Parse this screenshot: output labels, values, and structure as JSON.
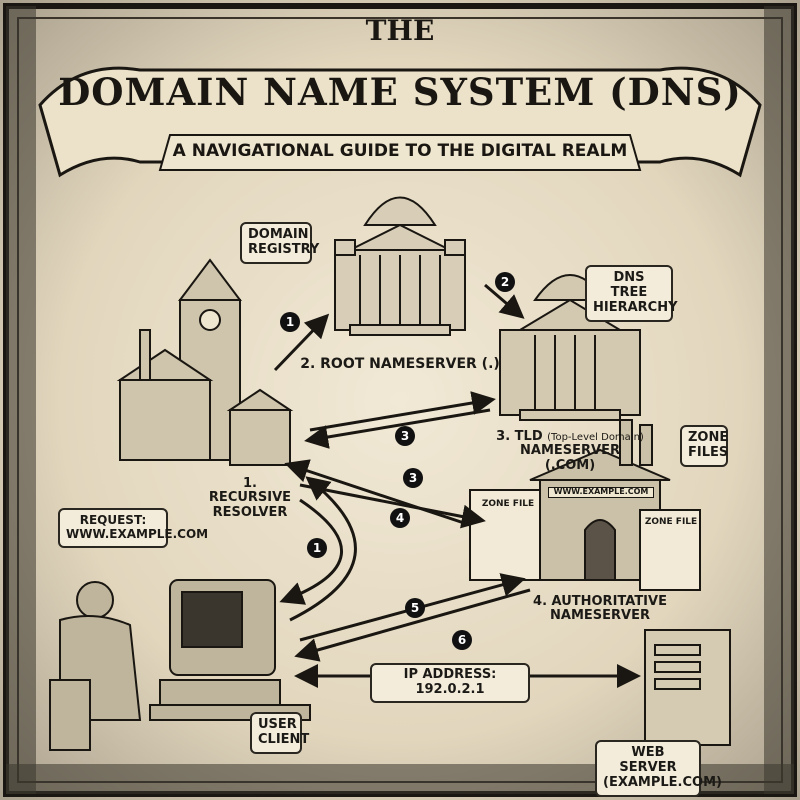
{
  "title": {
    "pre": "THE",
    "main": "DOMAIN NAME SYSTEM (DNS)",
    "subtitle": "A NAVIGATIONAL GUIDE TO THE DIGITAL REALM"
  },
  "callouts": {
    "domain_registry": "DOMAIN REGISTRY",
    "dns_tree": "DNS TREE HIERARCHY",
    "zone_files": "ZONE FILES",
    "request": "REQUEST: WWW.EXAMPLE.COM",
    "user_client": "USER CLIENT",
    "web_server": "WEB SERVER (EXAMPLE.COM)",
    "ip_address": "IP ADDRESS: 192.0.2.1"
  },
  "nodes": {
    "resolver": "1. RECURSIVE RESOLVER",
    "root": "2. ROOT NAMESERVER (.)",
    "tld_a": "3. TLD",
    "tld_b": "(Top-Level Domain)",
    "tld_c": "NAMESERVER",
    "tld_d": "(.COM)",
    "authoritative": "4. AUTHORITATIVE NAMESERVER",
    "zone_file": "ZONE FILE",
    "sign": "WWW.EXAMPLE.COM"
  },
  "steps": [
    "1",
    "2",
    "3",
    "3",
    "4",
    "1",
    "5",
    "6"
  ]
}
